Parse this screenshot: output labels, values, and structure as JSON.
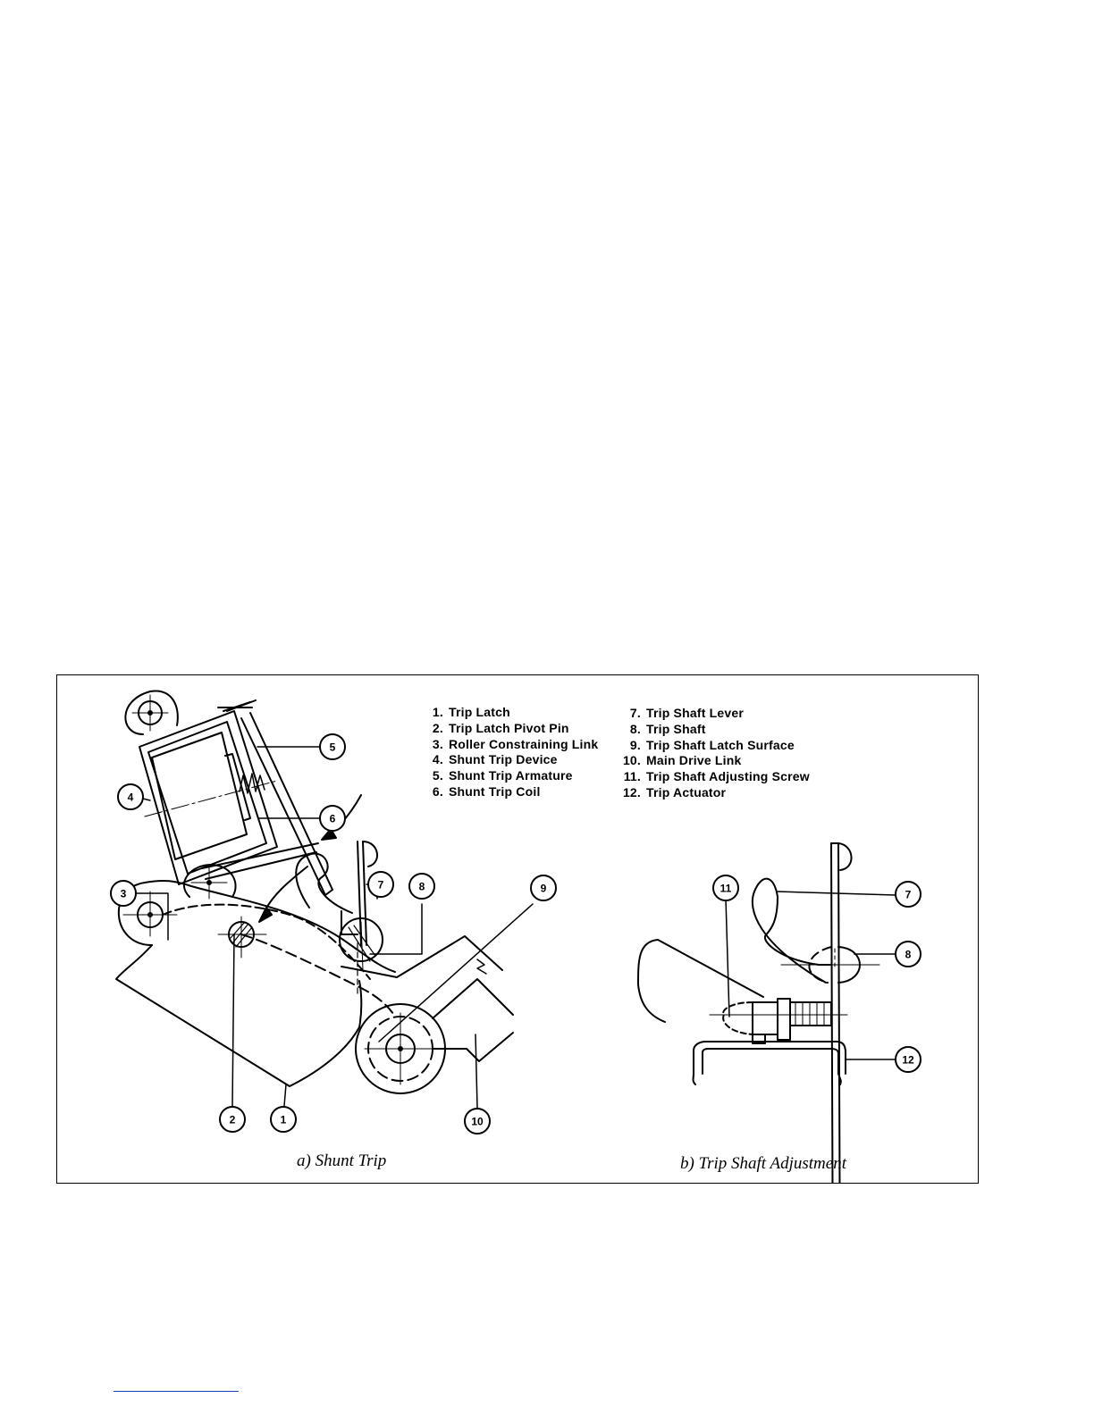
{
  "legend": {
    "left": [
      {
        "num": "1.",
        "label": "Trip Latch"
      },
      {
        "num": "2.",
        "label": "Trip Latch Pivot Pin"
      },
      {
        "num": "3.",
        "label": "Roller Constraining Link"
      },
      {
        "num": "4.",
        "label": "Shunt Trip Device"
      },
      {
        "num": "5.",
        "label": "Shunt Trip Armature"
      },
      {
        "num": "6.",
        "label": "Shunt Trip Coil"
      }
    ],
    "right": [
      {
        "num": "7.",
        "label": "Trip Shaft Lever"
      },
      {
        "num": "8.",
        "label": "Trip Shaft"
      },
      {
        "num": "9.",
        "label": "Trip Shaft Latch Surface"
      },
      {
        "num": "10.",
        "label": "Main Drive Link"
      },
      {
        "num": "11.",
        "label": "Trip Shaft Adjusting Screw"
      },
      {
        "num": "12.",
        "label": "Trip Actuator"
      }
    ]
  },
  "callouts": {
    "c1": "1",
    "c2": "2",
    "c3": "3",
    "c4": "4",
    "c5": "5",
    "c6": "6",
    "c7a": "7",
    "c8a": "8",
    "c9": "9",
    "c10": "10",
    "c11": "11",
    "c7b": "7",
    "c8b": "8",
    "c12": "12"
  },
  "captions": {
    "a": "a)  Shunt Trip",
    "b": "b)  Trip Shaft Adjustment"
  },
  "colors": {
    "ink": "#000000",
    "paper": "#ffffff",
    "footer_rule": "#1a3fb8"
  }
}
